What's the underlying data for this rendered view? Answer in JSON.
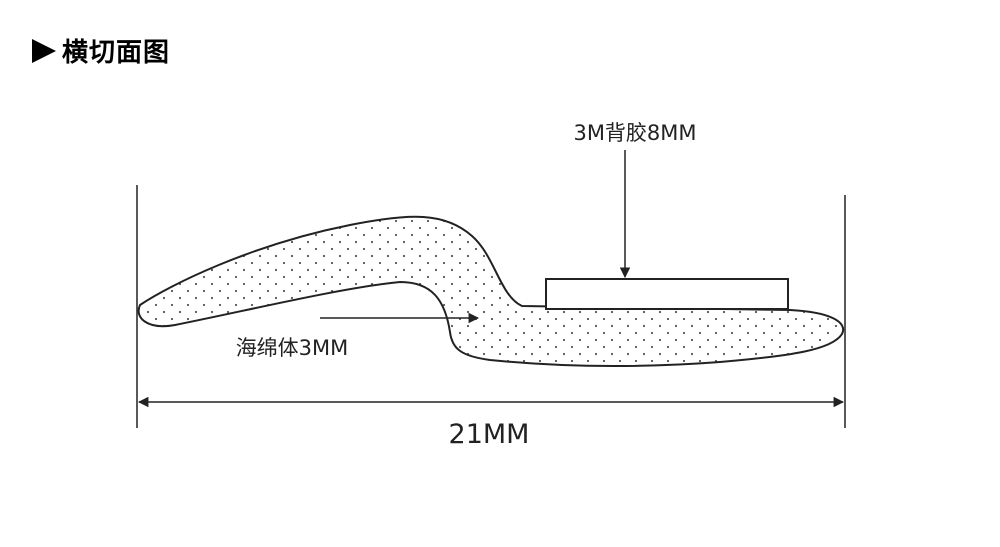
{
  "title": "横切面图",
  "labels": {
    "adhesive": "3M背胶8MM",
    "sponge": "海绵体3MM",
    "width": "21MM"
  },
  "colors": {
    "stroke": "#222222",
    "dots": "#555555",
    "fill": "#ffffff"
  }
}
